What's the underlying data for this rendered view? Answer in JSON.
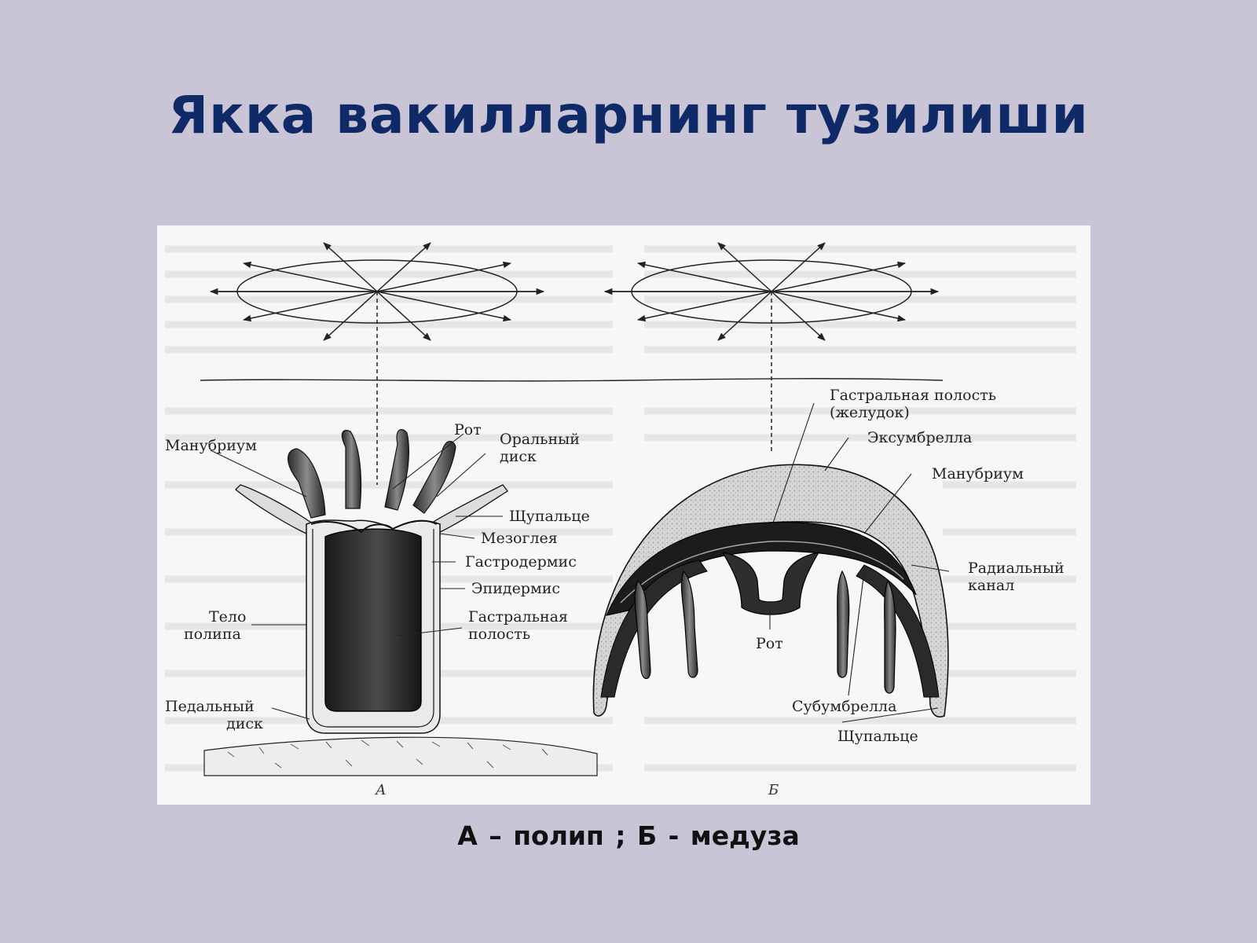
{
  "slide": {
    "title": "Якка вакилларнинг тузилиши",
    "caption": "А – полип ;  Б - медуза"
  },
  "figure_a": {
    "letter": "А",
    "labels": {
      "rot": "Рот",
      "manubrium": "Манубриум",
      "oral_disc_1": "Оральный",
      "oral_disc_2": "диск",
      "tentacles": "Щупальце",
      "mesoglea": "Мезоглея",
      "gastrodermis": "Гастродермис",
      "epidermis": "Эпидермис",
      "polyp_body_1": "Тело",
      "polyp_body_2": "полипа",
      "gastral_cavity_1": "Гастральная",
      "gastral_cavity_2": "полость",
      "pedal_disc_1": "Педальный",
      "pedal_disc_2": "диск"
    }
  },
  "figure_b": {
    "letter": "Б",
    "labels": {
      "gastral_cavity_1": "Гастральная полость",
      "gastral_cavity_2": "(желудок)",
      "exumbrella": "Эксумбрелла",
      "manubrium": "Манубриум",
      "radial_canal_1": "Радиальный",
      "radial_canal_2": "канал",
      "rot": "Рот",
      "subumbrella": "Субумбрелла",
      "tentacles": "Щупальце"
    }
  },
  "colors": {
    "background": "#c9c5d6",
    "title": "#0f2a66",
    "panel": "#f7f7f7"
  }
}
